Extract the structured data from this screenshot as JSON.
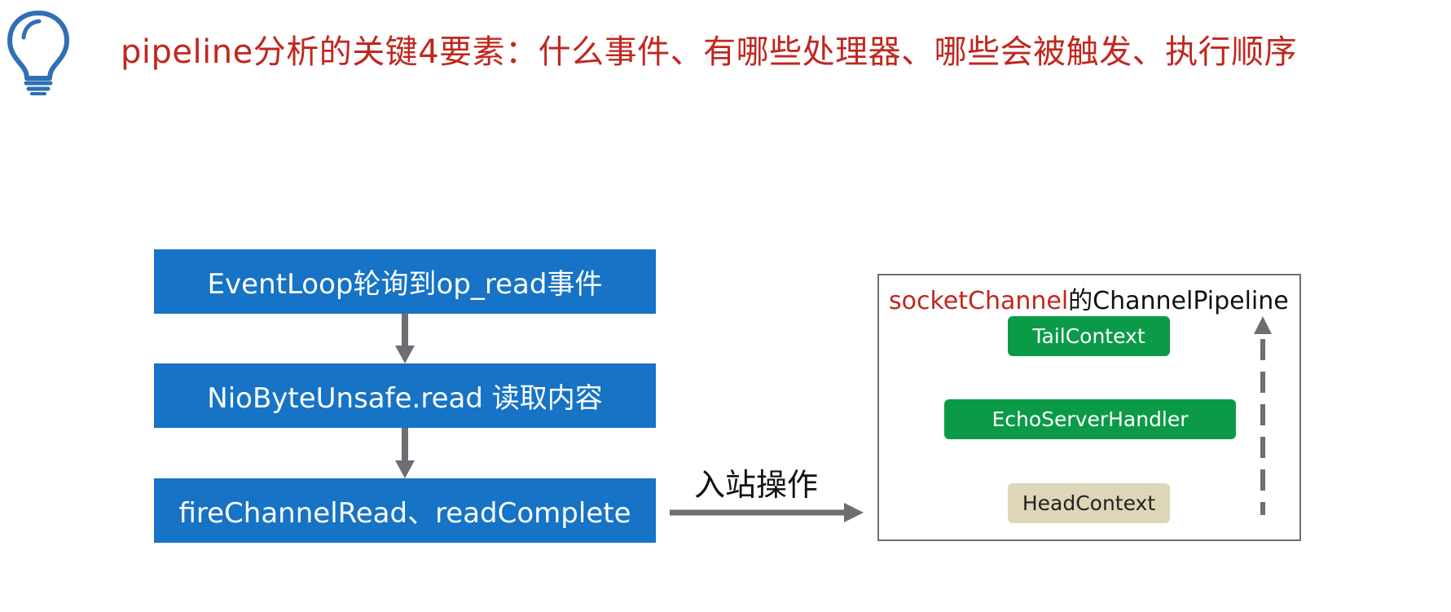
{
  "title": {
    "text": "pipeline分析的关键4要素：什么事件、有哪些处理器、哪些会被触发、执行顺序",
    "icon": "lightbulb-icon",
    "color": "#c0271e"
  },
  "flow": {
    "steps": [
      {
        "label": "EventLoop轮询到op_read事件"
      },
      {
        "label": "NioByteUnsafe.read 读取内容"
      },
      {
        "label": "fireChannelRead、readComplete"
      }
    ],
    "box_color": "#1673c5"
  },
  "inbound": {
    "label": "入站操作"
  },
  "pipeline": {
    "title_accent": "socketChannel",
    "title_rest": "的ChannelPipeline",
    "contexts": [
      {
        "label": "TailContext",
        "color": "#0b9b48"
      },
      {
        "label": "EchoServerHandler",
        "color": "#0b9b48"
      },
      {
        "label": "HeadContext",
        "color": "#ddd6b8"
      }
    ]
  }
}
